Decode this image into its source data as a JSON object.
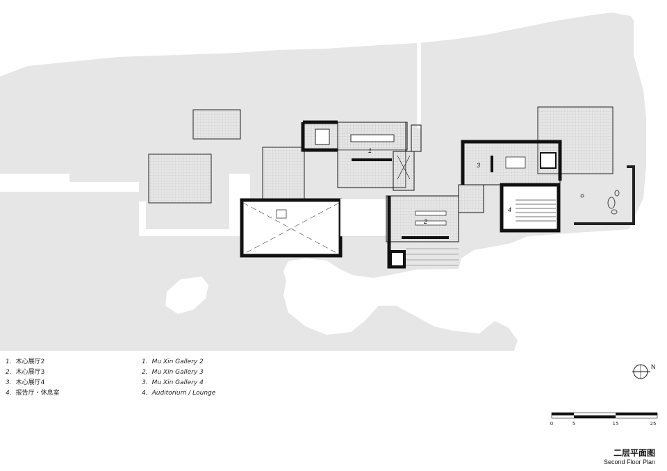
{
  "legend_cn": [
    {
      "num": "1.",
      "label": "木心展厅2"
    },
    {
      "num": "2.",
      "label": "木心展厅3"
    },
    {
      "num": "3.",
      "label": "木心展厅4"
    },
    {
      "num": "4.",
      "label": "报告厅・休息室"
    }
  ],
  "legend_en": [
    {
      "num": "1.",
      "label": "Mu Xin Gallery 2"
    },
    {
      "num": "2.",
      "label": "Mu Xin Gallery 3"
    },
    {
      "num": "3.",
      "label": "Mu Xin Gallery 4"
    },
    {
      "num": "4.",
      "label": "Auditorium / Lounge"
    }
  ],
  "room_labels": [
    "1",
    "2",
    "3",
    "4"
  ],
  "north_label": "N",
  "scale_labels": [
    "0",
    "5",
    "15",
    "25"
  ],
  "title_cn": "二层平面图",
  "title_en": "Second Floor Plan",
  "colors": {
    "water": "#e6e6e6",
    "wall": "#111111",
    "paper": "#ffffff"
  }
}
